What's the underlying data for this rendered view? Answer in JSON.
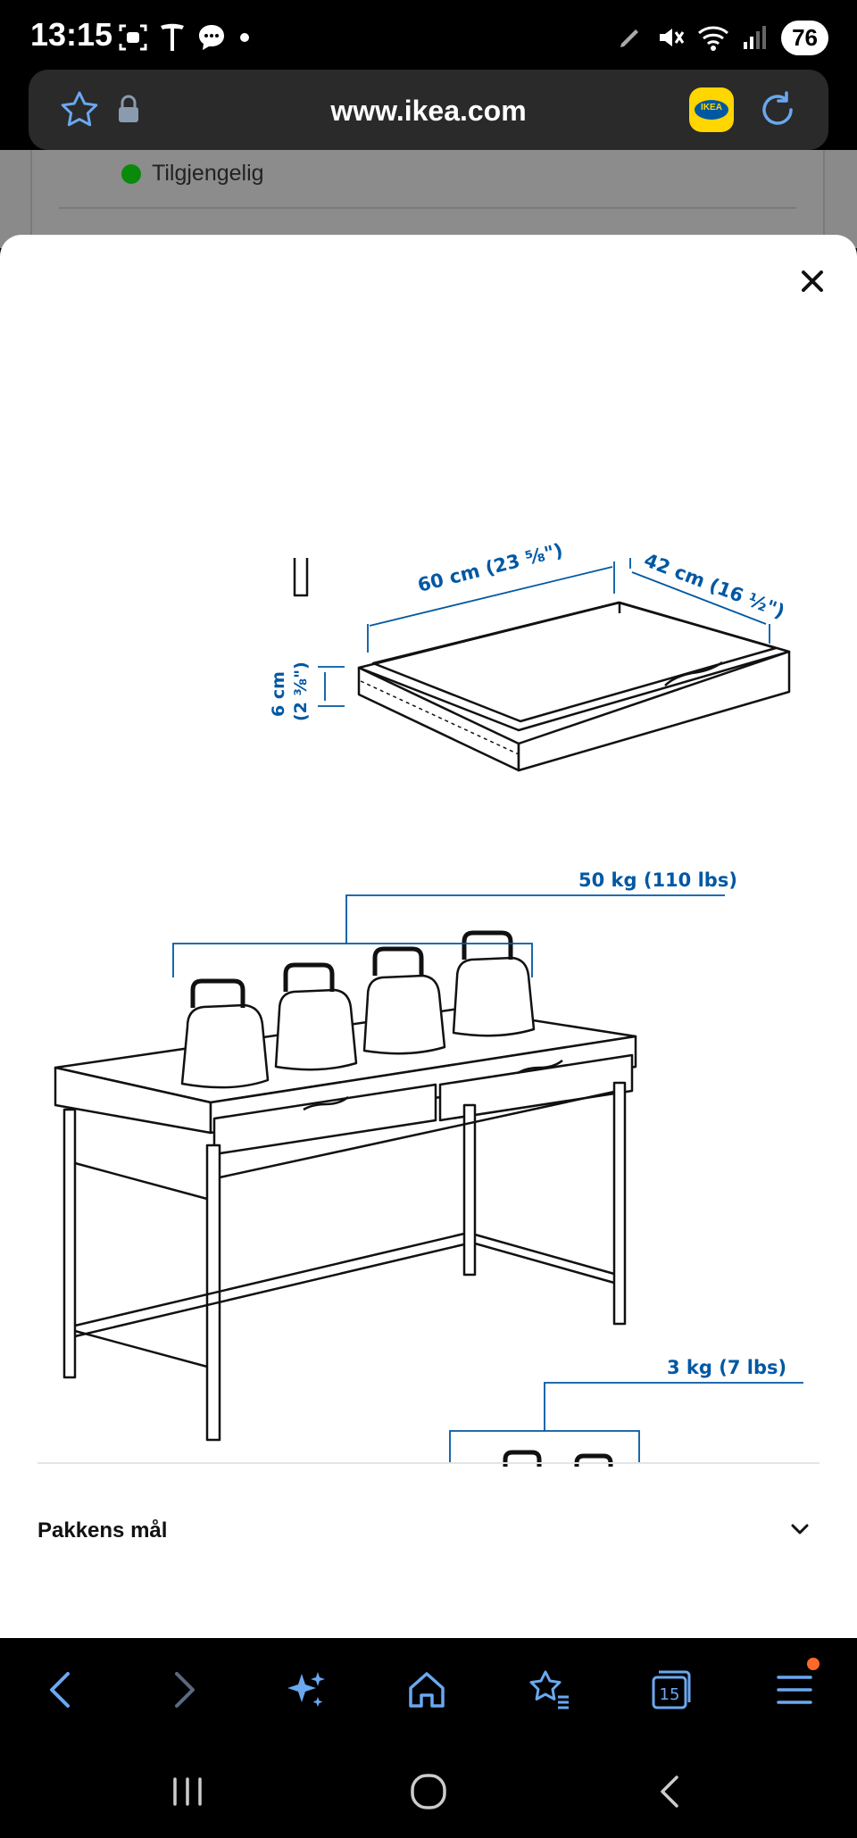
{
  "status_bar": {
    "time": "13:15",
    "battery": "76",
    "left_icons": [
      "screenshot-icon",
      "tesla-icon",
      "chat-icon",
      "dot-icon"
    ],
    "right_icons": [
      "pen-icon",
      "mute-icon",
      "wifi-icon",
      "signal-icon"
    ]
  },
  "browser": {
    "url": "www.ikea.com"
  },
  "behind_page": {
    "availability": "Tilgjengelig",
    "availability_color": "#0a8a0a"
  },
  "sheet": {
    "dimensions": {
      "width": "60 cm (23 ⅝\")",
      "depth": "42 cm (16 ½\")",
      "height_cm": "6 cm",
      "height_in": "(2 ⅜\")"
    },
    "loads": {
      "desk": "50 kg (110 lbs)",
      "drawer": "3 kg (7 lbs)"
    },
    "accordion": {
      "title": "Pakkens mål"
    }
  },
  "colors": {
    "accent_blue": "#0058a3",
    "ikea_yellow": "#ffd600",
    "toolbar_icon": "#6aa8f0"
  }
}
